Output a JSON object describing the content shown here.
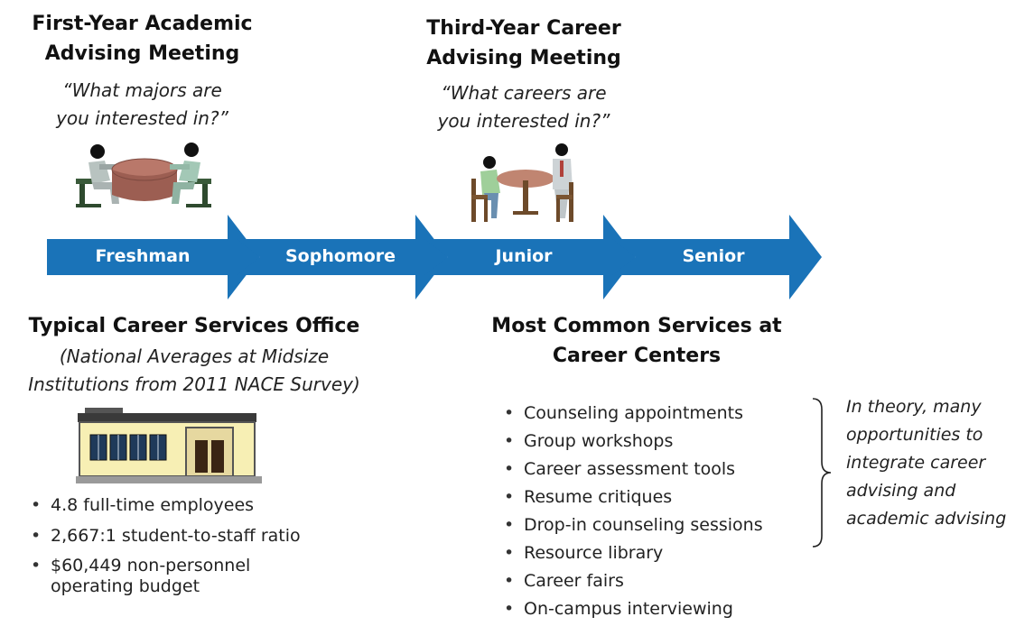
{
  "first_year": {
    "title": [
      "First-Year Academic",
      "Advising Meeting"
    ],
    "quote": [
      "“What majors are",
      "you interested in?”"
    ]
  },
  "third_year": {
    "title": [
      "Third-Year Career",
      "Advising Meeting"
    ],
    "quote": [
      "“What careers are",
      "you interested in?”"
    ]
  },
  "timeline": {
    "color": "#1a73b8",
    "stages": [
      "Freshman",
      "Sophomore",
      "Junior",
      "Senior"
    ]
  },
  "career_office": {
    "title": "Typical Career Services Office",
    "subtitle": [
      "(National Averages at Midsize",
      "Institutions from 2011 NACE Survey)"
    ],
    "stats": [
      "4.8 full-time employees",
      "2,667:1 student-to-staff ratio",
      "$60,449 non-personnel",
      "operating budget"
    ]
  },
  "services": {
    "title": [
      "Most Common Services at",
      "Career Centers"
    ],
    "items": [
      "Counseling appointments",
      "Group workshops",
      "Career assessment tools",
      "Resume critiques",
      "Drop-in counseling sessions",
      "Resource library",
      "Career fairs",
      "On-campus interviewing"
    ],
    "note": [
      "In theory, many",
      "opportunities to",
      "integrate career",
      "advising and",
      "academic advising"
    ]
  }
}
